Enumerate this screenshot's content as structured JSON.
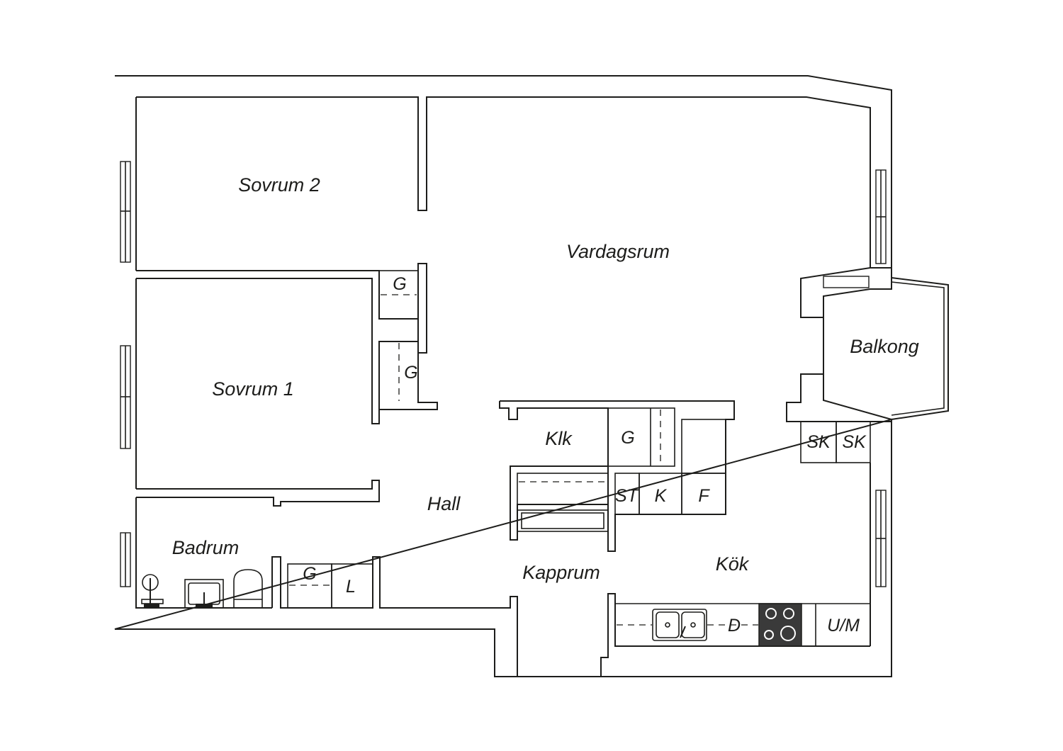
{
  "rooms": {
    "sovrum2": "Sovrum 2",
    "vardagsrum": "Vardagsrum",
    "sovrum1": "Sovrum 1",
    "balkong": "Balkong",
    "klk": "Klk",
    "hall": "Hall",
    "badrum": "Badrum",
    "kapprum": "Kapprum",
    "kok": "Kök"
  },
  "fixtures": {
    "g_upper": "G",
    "g_lower": "G",
    "g_klk": "G",
    "g_bath": "G",
    "l_bath": "L",
    "sk1": "SK",
    "sk2": "SK",
    "st": "ST",
    "k": "K",
    "f": "F",
    "d": "D",
    "um": "U/M"
  },
  "colors": {
    "line": "#1d1d1b",
    "background": "#ffffff",
    "stove": "#3a3a3a"
  }
}
